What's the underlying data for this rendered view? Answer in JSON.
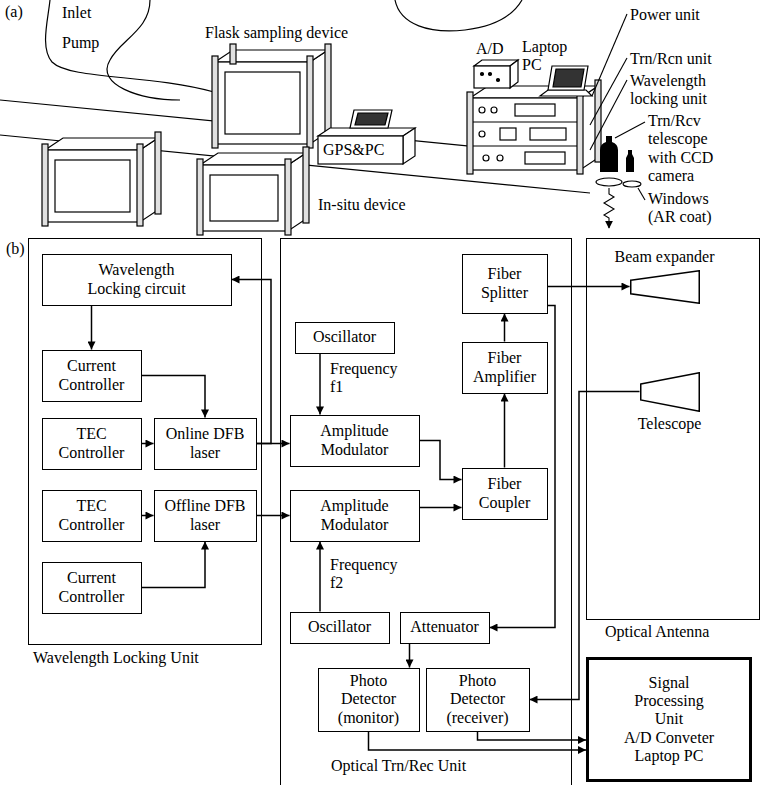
{
  "diagram": {
    "nodes": [
      {
        "text": [
          "Wavelength Locking Unit"
        ]
      },
      {
        "text": [
          "Wavelength Locking circuit"
        ],
        "in": 0
      },
      {
        "text": [
          "Current Controller"
        ],
        "in": 0
      },
      {
        "text": [
          "TEC Controller"
        ],
        "in": 0
      },
      {
        "text": [
          "Online DFB laser"
        ],
        "in": 0
      },
      {
        "text": [
          "TEC Controller"
        ],
        "in": 0
      },
      {
        "text": [
          "Offline DFB laser"
        ],
        "in": 0
      },
      {
        "text": [
          "Current Controller"
        ],
        "in": 0
      },
      {
        "text": [
          "Optical Trn/Rec Unit"
        ]
      },
      {
        "text": [
          "Oscillator"
        ],
        "in": 8
      },
      {
        "text": [
          "Fiber Splitter"
        ],
        "in": 8
      },
      {
        "text": [
          "Fiber Amplifier"
        ],
        "in": 8
      },
      {
        "text": [
          "Amplitude Modulator"
        ],
        "in": 8
      },
      {
        "text": [
          "Fiber Coupler"
        ],
        "in": 8
      },
      {
        "text": [
          "Amplitude Modulator"
        ],
        "in": 8
      },
      {
        "text": [
          "Oscillator"
        ],
        "in": 8
      },
      {
        "text": [
          "Attenuator"
        ],
        "in": 8
      },
      {
        "text": [
          "Photo Detector (monitor)"
        ],
        "in": 8
      },
      {
        "text": [
          "Photo Detector (receiver)"
        ],
        "in": 8
      },
      {
        "text": [
          "Optical Antenna"
        ]
      },
      {
        "text": [
          "Beam expander"
        ],
        "in": 19
      },
      {
        "text": [
          "Telescope"
        ],
        "in": 19
      },
      {
        "text": [
          "Signal Processing Unit",
          "A/D Conveter",
          "Laptop PC"
        ]
      }
    ],
    "edges": [
      {
        "from": 4,
        "to": 1,
        "arrow": "to"
      },
      {
        "from": 1,
        "to": 2,
        "arrow": "to"
      },
      {
        "from": 2,
        "to": 4,
        "arrow": "to"
      },
      {
        "from": 3,
        "to": 4,
        "arrow": "to"
      },
      {
        "from": 5,
        "to": 6,
        "arrow": "to"
      },
      {
        "from": 7,
        "to": 6,
        "arrow": "to"
      },
      {
        "from": 4,
        "to": 12,
        "arrow": "to"
      },
      {
        "from": 6,
        "to": 14,
        "arrow": "to"
      },
      {
        "from": 9,
        "to": 12,
        "label": "Frequency f1",
        "arrow": "to"
      },
      {
        "from": 15,
        "to": 14,
        "label": "Frequency f2",
        "arrow": "to"
      },
      {
        "from": 12,
        "to": 13,
        "arrow": "to"
      },
      {
        "from": 14,
        "to": 13,
        "arrow": "to"
      },
      {
        "from": 13,
        "to": 11,
        "arrow": "to"
      },
      {
        "from": 11,
        "to": 10,
        "arrow": "to"
      },
      {
        "from": 10,
        "to": 20,
        "arrow": "to"
      },
      {
        "from": 10,
        "to": 16,
        "arrow": "to"
      },
      {
        "from": 16,
        "to": 17,
        "arrow": "to"
      },
      {
        "from": 21,
        "to": 18,
        "arrow": "to"
      },
      {
        "from": 17,
        "to": 22,
        "arrow": "to"
      },
      {
        "from": 18,
        "to": 22,
        "arrow": "to"
      }
    ],
    "labels": [
      "(a)",
      "Inlet",
      "Pump",
      "Flask sampling device",
      "Power unit",
      "A/D",
      "Laptop PC",
      "Trn/Rcn unit",
      "Wavelength locking unit",
      "GPS&PC",
      "Trn/Rcv telescope with CCD camera",
      "Windows (AR coat)",
      "In-situ device",
      "(b)"
    ]
  }
}
